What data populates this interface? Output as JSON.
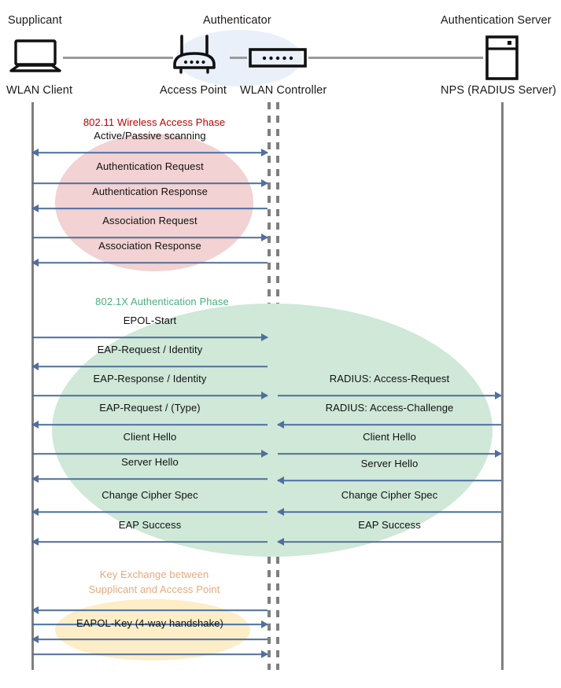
{
  "diagram": {
    "title": "802.1X / EAP WLAN authentication sequence",
    "colors": {
      "arrow": "#4f6f9f",
      "lifeline": "#7f7f7f",
      "authenticator_ellipse": "#eaf0f9",
      "phase1_fill": "#f2d2d2",
      "phase1_text": "#c00000",
      "phase2_fill": "#cfe8d8",
      "phase2_text": "#4caf7d",
      "phase3_fill": "#fdeec8",
      "phase3_text": "#e8a87c"
    }
  },
  "roles": {
    "supplicant": "Supplicant",
    "authenticator": "Authenticator",
    "auth_server": "Authentication Server"
  },
  "nodes": {
    "wlan_client": "WLAN Client",
    "access_point": "Access Point",
    "wlan_controller": "WLAN Controller",
    "nps": "NPS (RADIUS Server)"
  },
  "icons": {
    "laptop": "laptop-icon",
    "access_point": "access-point-icon",
    "controller": "wlan-controller-icon",
    "server": "radius-server-icon"
  },
  "phases": [
    {
      "id": "wireless-access",
      "title": "802.11 Wireless Access Phase",
      "messages": [
        {
          "label": "Active/Passive scanning",
          "dir": "both",
          "side": "left"
        },
        {
          "label": "Authentication Request",
          "dir": "right",
          "side": "left"
        },
        {
          "label": "Authentication Response",
          "dir": "left",
          "side": "left"
        },
        {
          "label": "Association Request",
          "dir": "right",
          "side": "left"
        },
        {
          "label": "Association Response",
          "dir": "left",
          "side": "left"
        }
      ]
    },
    {
      "id": "dot1x-auth",
      "title": "802.1X Authentication Phase",
      "messages": [
        {
          "label": "EPOL-Start",
          "dir": "right",
          "side": "left"
        },
        {
          "label": "EAP-Request / Identity",
          "dir": "left",
          "side": "left"
        },
        {
          "label": "EAP-Response / Identity",
          "dir": "right",
          "side": "left"
        },
        {
          "label": "EAP-Request / (Type)",
          "dir": "left",
          "side": "left"
        },
        {
          "label": "Client Hello",
          "dir": "right",
          "side": "left"
        },
        {
          "label": "Server Hello",
          "dir": "left",
          "side": "left"
        },
        {
          "label": "Change Cipher Spec",
          "dir": "left",
          "side": "left"
        },
        {
          "label": "EAP Success",
          "dir": "left",
          "side": "left"
        },
        {
          "label": "RADIUS: Access-Request",
          "dir": "right",
          "side": "right"
        },
        {
          "label": "RADIUS: Access-Challenge",
          "dir": "left",
          "side": "right"
        },
        {
          "label": "Client Hello",
          "dir": "right",
          "side": "right"
        },
        {
          "label": "Server Hello",
          "dir": "left",
          "side": "right"
        },
        {
          "label": "Change Cipher Spec",
          "dir": "left",
          "side": "right"
        },
        {
          "label": "EAP Success",
          "dir": "left",
          "side": "right"
        }
      ]
    },
    {
      "id": "key-exchange",
      "title": "Key Exchange between\nSupplicant and Access Point",
      "messages": [
        {
          "label": "",
          "dir": "left",
          "side": "left"
        },
        {
          "label": "",
          "dir": "right",
          "side": "left"
        },
        {
          "label": "EAPOL-Key (4-way handshake)",
          "dir": "left",
          "side": "left"
        },
        {
          "label": "",
          "dir": "right",
          "side": "left"
        }
      ]
    }
  ]
}
